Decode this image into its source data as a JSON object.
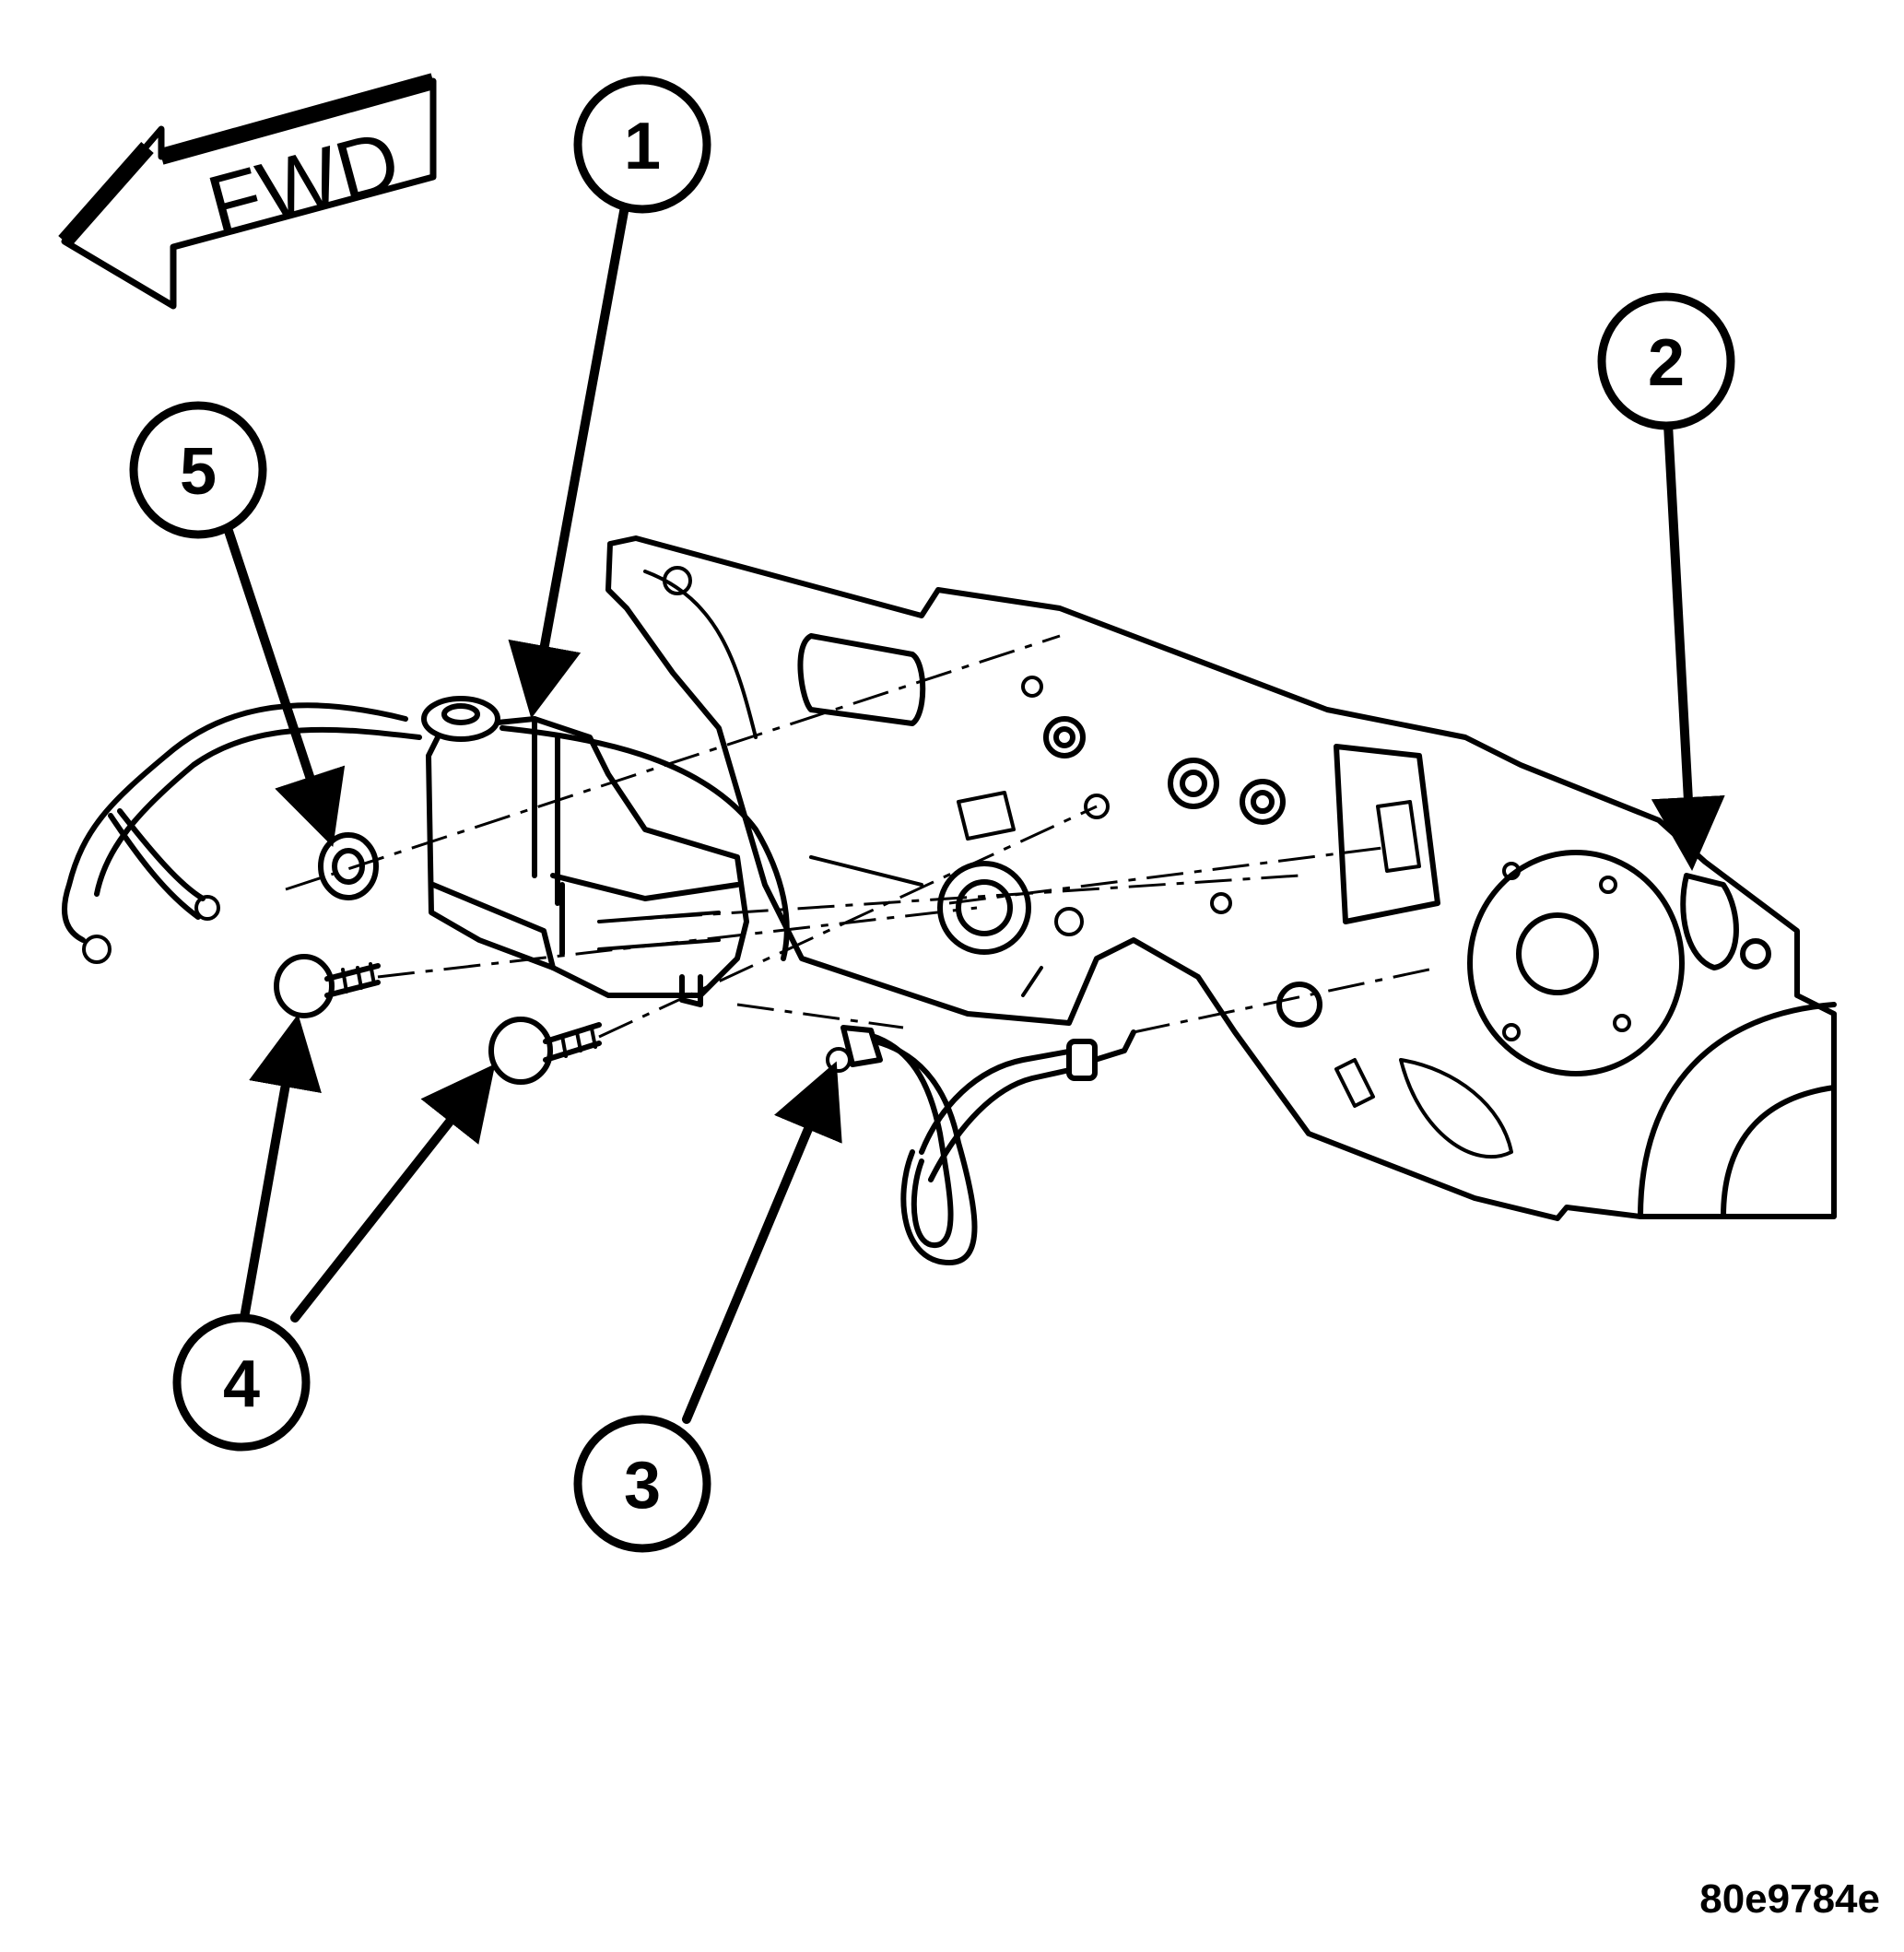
{
  "forward_arrow": {
    "label": "FWD"
  },
  "callouts": [
    {
      "id": "1",
      "label": "1"
    },
    {
      "id": "2",
      "label": "2"
    },
    {
      "id": "3",
      "label": "3"
    },
    {
      "id": "4",
      "label": "4"
    },
    {
      "id": "5",
      "label": "5"
    }
  ],
  "figure_id": "80e9784e"
}
